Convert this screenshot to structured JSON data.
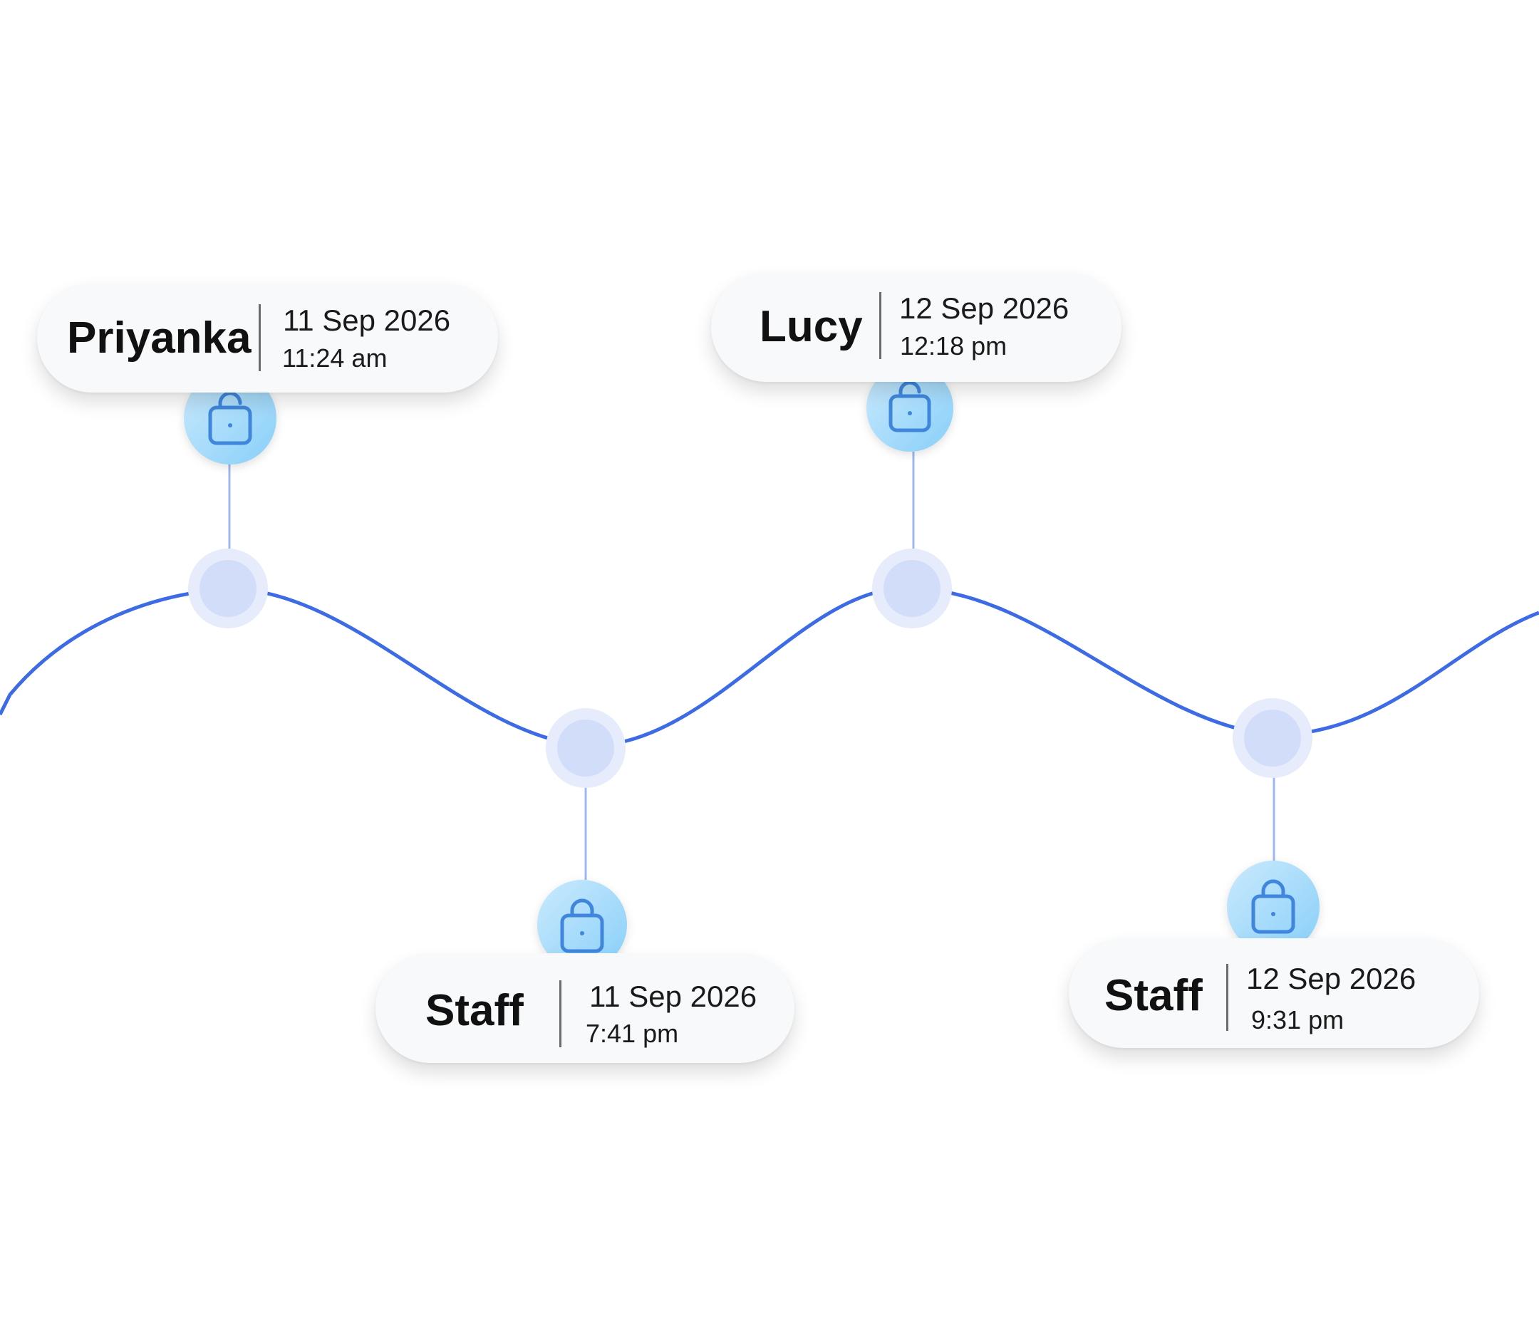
{
  "events": [
    {
      "name": "Priyanka",
      "date": "11 Sep 2026",
      "time": "11:24 am",
      "lock_state": "unlocked",
      "icon": "unlocked-padlock-icon"
    },
    {
      "name": "Staff",
      "date": "11 Sep 2026",
      "time": "7:41 pm",
      "lock_state": "locked",
      "icon": "locked-padlock-icon"
    },
    {
      "name": "Lucy",
      "date": "12 Sep 2026",
      "time": "12:18 pm",
      "lock_state": "unlocked",
      "icon": "unlocked-padlock-icon"
    },
    {
      "name": "Staff",
      "date": "12 Sep 2026",
      "time": "9:31 pm",
      "lock_state": "locked",
      "icon": "locked-padlock-icon"
    }
  ],
  "colors": {
    "wave": "#3d6be6",
    "connector": "#9eb7f3",
    "lock_circle_light": "#cbeafd",
    "lock_circle_dark": "#88cff9",
    "lock_icon": "#3f86dc",
    "card_background": "#f8f9fb"
  }
}
